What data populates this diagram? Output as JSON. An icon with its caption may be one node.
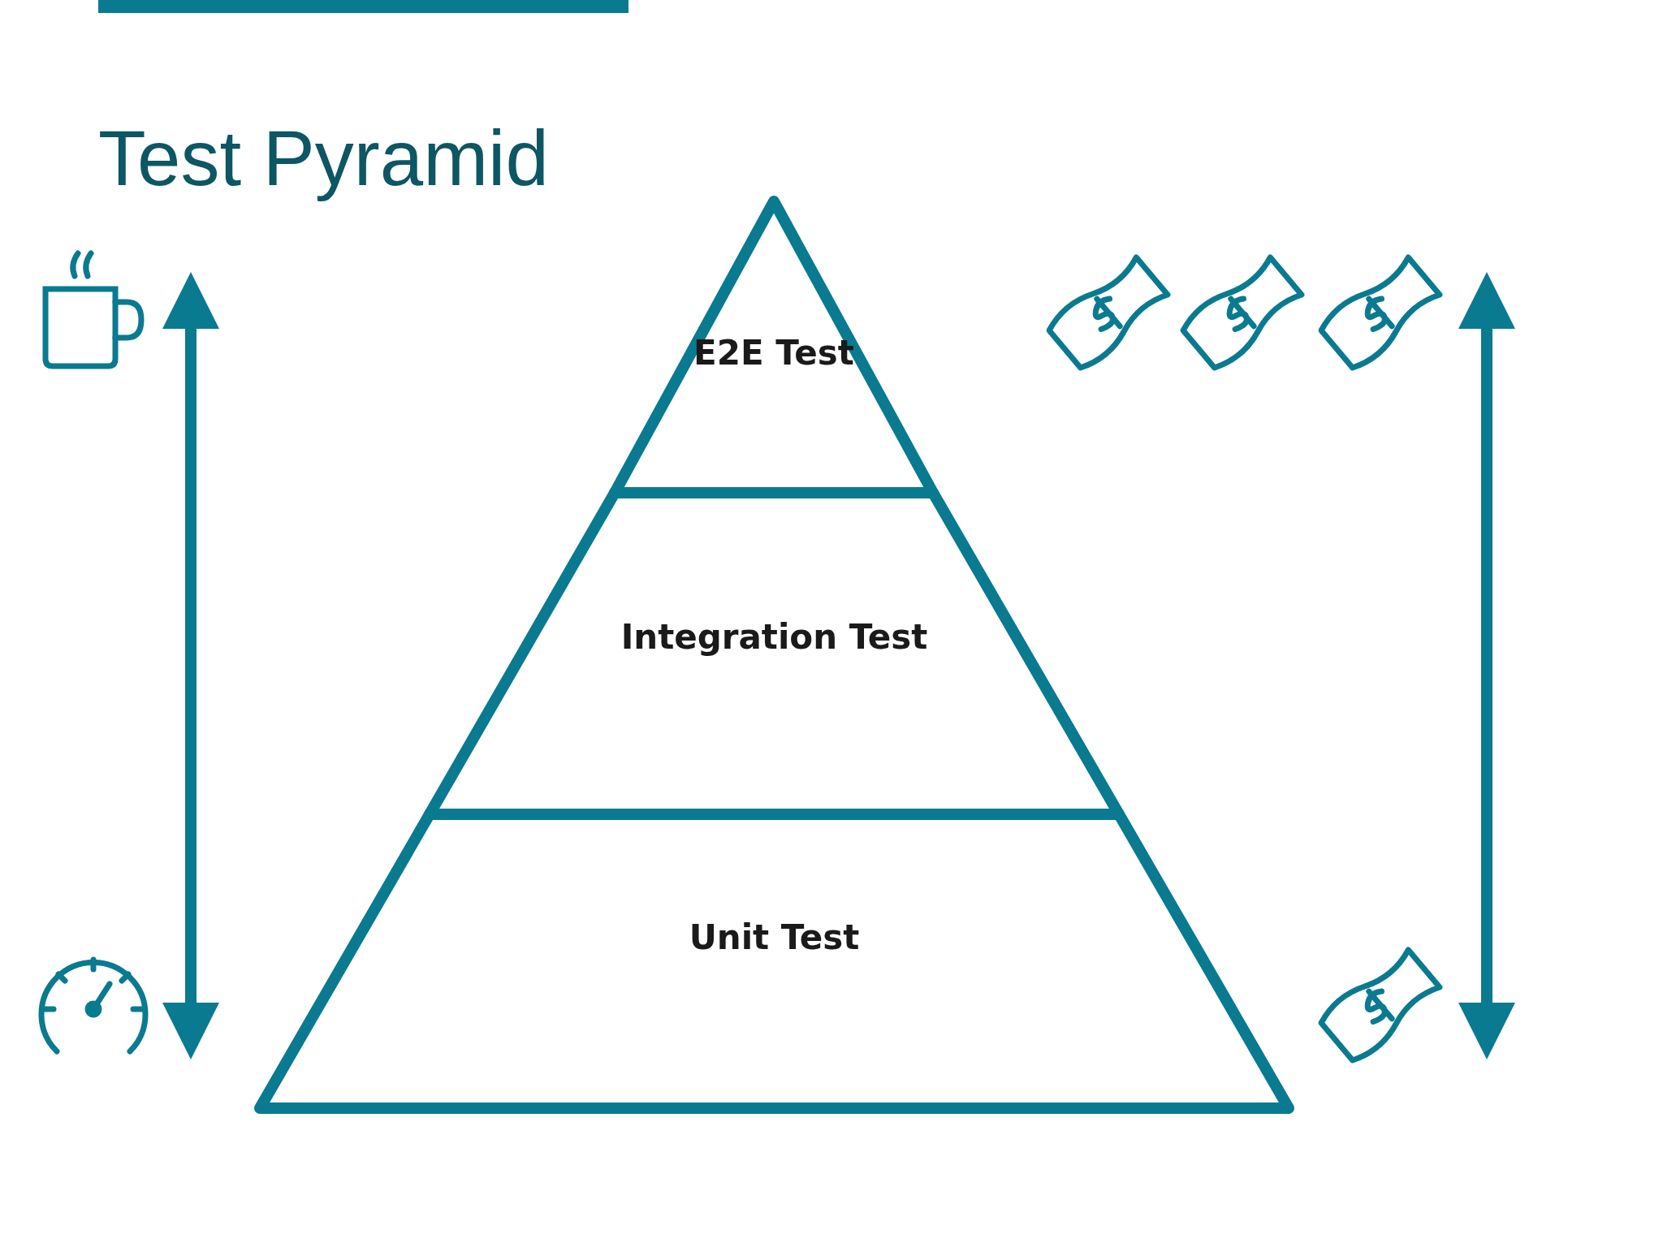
{
  "diagram": {
    "title": "Test Pyramid",
    "nodes": [
      {
        "text": [
          "E2E Test"
        ]
      },
      {
        "text": [
          "Integration Test"
        ]
      },
      {
        "text": [
          "Unit Test"
        ]
      }
    ]
  }
}
